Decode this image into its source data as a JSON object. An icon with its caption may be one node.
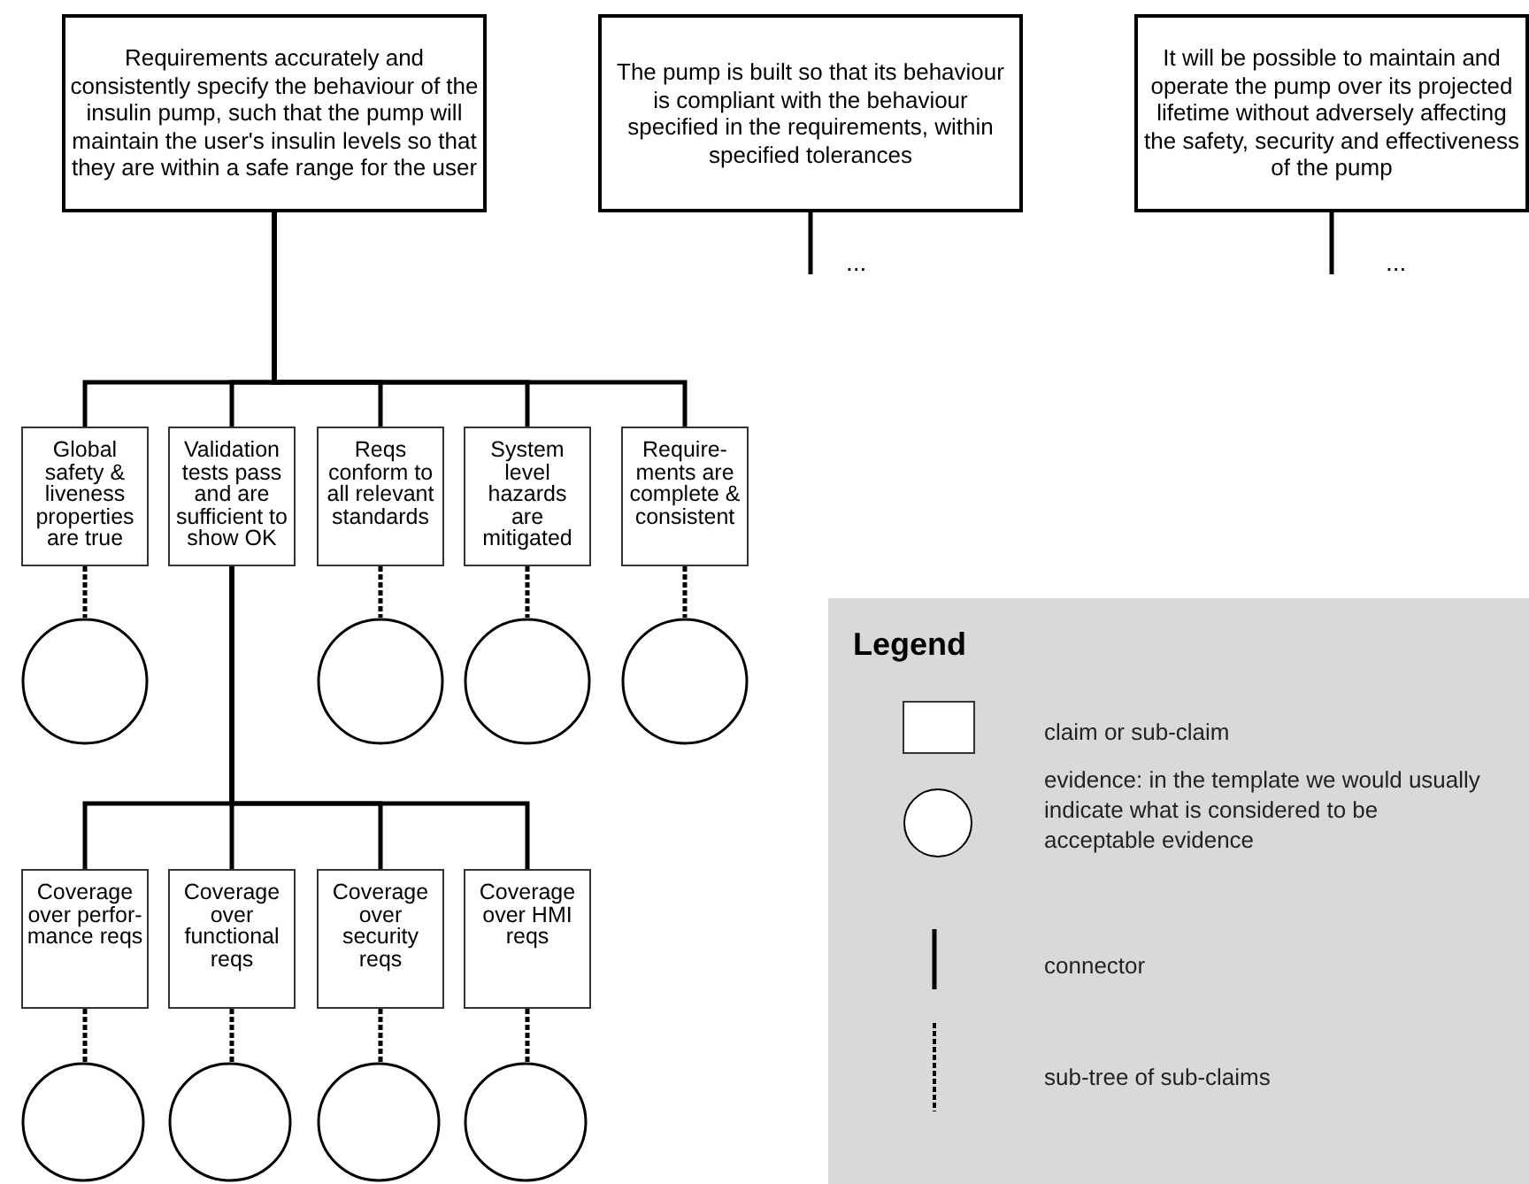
{
  "diagram": {
    "nodes": [
      {
        "text": [
          "Requirements accurately and consistently specify the behaviour of the insulin pump, such that the pump will maintain the user's insulin levels so that they are within a safe range for the user"
        ]
      },
      {
        "text": [
          "The pump is built so that its behaviour is compliant with the behaviour specified in the requirements, within specified tolerances"
        ]
      },
      {
        "text": [
          "It will be possible to maintain and operate the pump over its projected lifetime without adversely affecting the safety, security and effectiveness of the pump"
        ]
      },
      {
        "text": [
          "Global safety & liveness properties are true"
        ]
      },
      {
        "text": [
          "Validation tests pass and are sufficient to show OK"
        ]
      },
      {
        "text": [
          "Reqs conform to all relevant standards"
        ]
      },
      {
        "text": [
          "System level hazards are mitigated"
        ]
      },
      {
        "text": [
          "Require- ments are complete & consistent"
        ]
      },
      {
        "text": [],
        "shape": "circle"
      },
      {
        "text": [],
        "shape": "circle"
      },
      {
        "text": [],
        "shape": "circle"
      },
      {
        "text": [],
        "shape": "circle"
      },
      {
        "text": [
          "Coverage over perfor- mance reqs"
        ]
      },
      {
        "text": [
          "Coverage over functional reqs"
        ]
      },
      {
        "text": [
          "Coverage over security reqs"
        ]
      },
      {
        "text": [
          "Coverage over HMI reqs"
        ]
      },
      {
        "text": [],
        "shape": "circle"
      },
      {
        "text": [],
        "shape": "circle"
      },
      {
        "text": [],
        "shape": "circle"
      },
      {
        "text": [],
        "shape": "circle"
      }
    ],
    "edges": [
      {
        "from": 0,
        "to": 3,
        "arrow": "none"
      },
      {
        "from": 0,
        "to": 4,
        "arrow": "none"
      },
      {
        "from": 0,
        "to": 5,
        "arrow": "none"
      },
      {
        "from": 0,
        "to": 6,
        "arrow": "none"
      },
      {
        "from": 0,
        "to": 7,
        "arrow": "none"
      },
      {
        "from": 1,
        "to": null,
        "arrow": "none"
      },
      {
        "from": 2,
        "to": null,
        "arrow": "none"
      },
      {
        "from": 3,
        "to": 8,
        "arrow": "none",
        "style": "dashed"
      },
      {
        "from": 5,
        "to": 9,
        "arrow": "none",
        "style": "dashed"
      },
      {
        "from": 6,
        "to": 10,
        "arrow": "none",
        "style": "dashed"
      },
      {
        "from": 7,
        "to": 11,
        "arrow": "none",
        "style": "dashed"
      },
      {
        "from": 4,
        "to": 12,
        "arrow": "none"
      },
      {
        "from": 4,
        "to": 13,
        "arrow": "none"
      },
      {
        "from": 4,
        "to": 14,
        "arrow": "none"
      },
      {
        "from": 4,
        "to": 15,
        "arrow": "none"
      },
      {
        "from": 12,
        "to": 16,
        "arrow": "none",
        "style": "dashed"
      },
      {
        "from": 13,
        "to": 17,
        "arrow": "none",
        "style": "dashed"
      },
      {
        "from": 14,
        "to": 18,
        "arrow": "none",
        "style": "dashed"
      },
      {
        "from": 15,
        "to": 19,
        "arrow": "none",
        "style": "dashed"
      }
    ],
    "labels": [
      "...",
      "...",
      "Legend"
    ],
    "legend": [
      {
        "text": "claim or sub-claim"
      },
      {
        "text": "evidence: in the template we would usually indicate what is considered to be acceptable evidence"
      },
      {
        "text": "connector"
      },
      {
        "text": "sub-tree of sub-claims"
      }
    ]
  }
}
